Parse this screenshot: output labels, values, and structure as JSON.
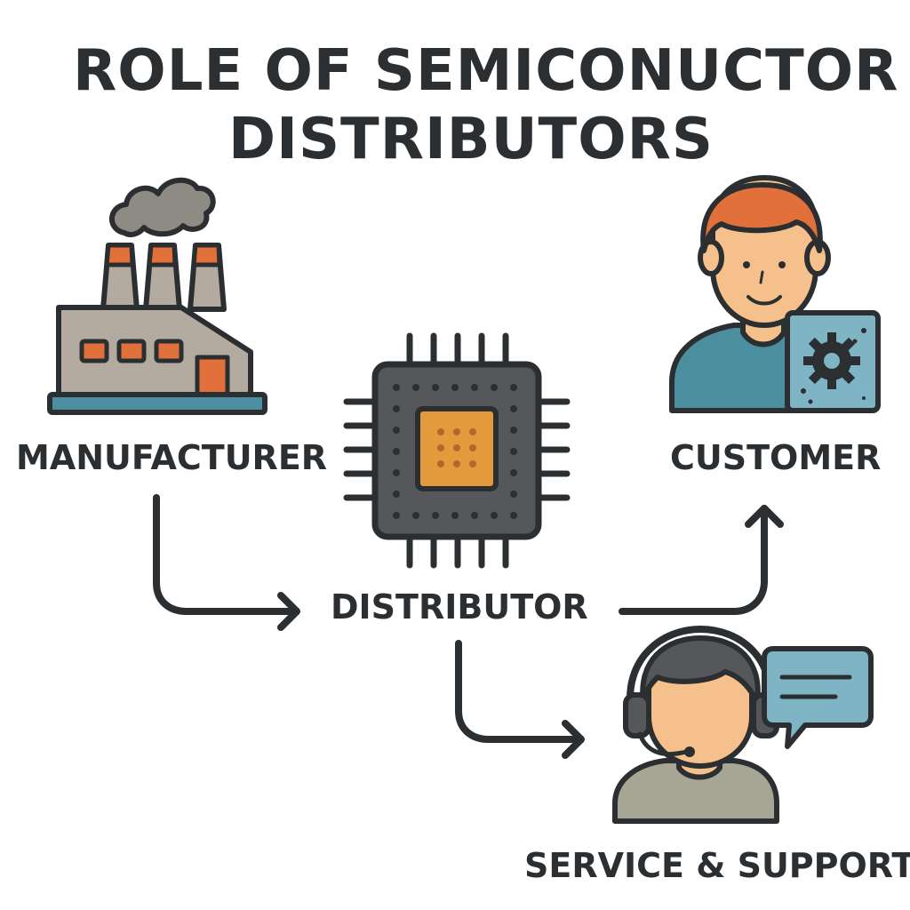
{
  "title": {
    "line1": "ROLE OF SEMICONUCTOR",
    "line2": "DISTRIBUTORS"
  },
  "nodes": {
    "manufacturer": {
      "label": "MANUFACTURER",
      "icon": "factory-icon"
    },
    "distributor": {
      "label": "DISTRIBUTOR",
      "icon": "microchip-icon"
    },
    "customer": {
      "label": "CUSTOMER",
      "icon": "person-with-gear-icon"
    },
    "service": {
      "label": "SERVICE & SUPPORT",
      "icon": "headset-agent-icon"
    }
  },
  "colors": {
    "outline": "#2b2f31",
    "factory_body": "#b3ab9f",
    "accent_orange": "#e2703a",
    "chip_core": "#e39a3c",
    "chip_body": "#55575a",
    "skin": "#f5c08b",
    "hair": "#e2703a",
    "shirt_blue": "#4a8ea0",
    "panel_blue": "#7fb4c4",
    "agent_shirt": "#a7a695",
    "bubble": "#7fb4c4"
  }
}
